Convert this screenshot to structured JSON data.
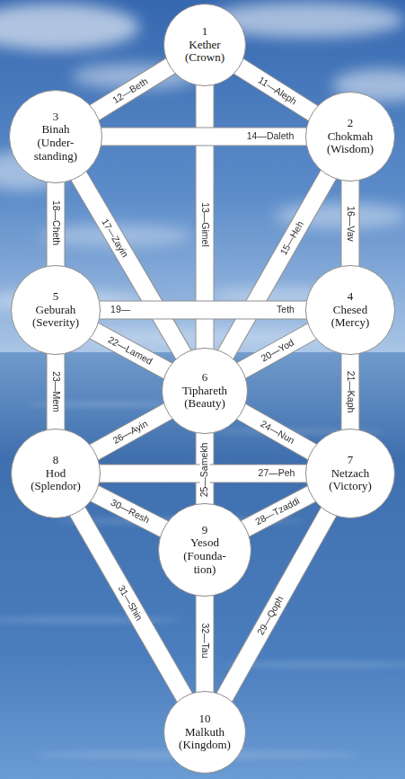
{
  "diagram": {
    "nodes": [
      {
        "text": [
          "1",
          "Kether",
          "(Crown)"
        ]
      },
      {
        "text": [
          "3",
          "Binah",
          "(Under- standing)"
        ]
      },
      {
        "text": [
          "2",
          "Chokmah",
          "(Wisdom)"
        ]
      },
      {
        "text": [
          "5",
          "Geburah",
          "(Severity)"
        ]
      },
      {
        "text": [
          "4",
          "Chesed",
          "(Mercy)"
        ]
      },
      {
        "text": [
          "6",
          "Tiphareth",
          "(Beauty)"
        ]
      },
      {
        "text": [
          "8",
          "Hod",
          "(Splendor)"
        ]
      },
      {
        "text": [
          "7",
          "Netzach",
          "(Victory)"
        ]
      },
      {
        "text": [
          "9",
          "Yesod",
          "(Founda- tion)"
        ]
      },
      {
        "text": [
          "10",
          "Malkuth",
          "(Kingdom)"
        ]
      }
    ],
    "edges": [
      {
        "from": 0,
        "to": 2,
        "arrow": "none",
        "label": "11—Aleph"
      },
      {
        "from": 0,
        "to": 1,
        "arrow": "none",
        "label": "12—Beth"
      },
      {
        "from": 0,
        "to": 5,
        "arrow": "none",
        "label": "13—Gimel"
      },
      {
        "from": 1,
        "to": 2,
        "arrow": "none",
        "label": "14—Daleth"
      },
      {
        "from": 2,
        "to": 5,
        "arrow": "none",
        "label": "15—Heh"
      },
      {
        "from": 2,
        "to": 4,
        "arrow": "none",
        "label": "16—Vav"
      },
      {
        "from": 1,
        "to": 5,
        "arrow": "none",
        "label": "17—Zayin"
      },
      {
        "from": 1,
        "to": 3,
        "arrow": "none",
        "label": "18—Cheth"
      },
      {
        "from": 3,
        "to": 4,
        "arrow": "none",
        "label": "19—"
      },
      {
        "from": 4,
        "to": 5,
        "arrow": "none",
        "label": "20—Yod"
      },
      {
        "from": 4,
        "to": 7,
        "arrow": "none",
        "label": "21—Kaph"
      },
      {
        "from": 3,
        "to": 5,
        "arrow": "none",
        "label": "22—Lamed"
      },
      {
        "from": 3,
        "to": 6,
        "arrow": "none",
        "label": "23—Mem"
      },
      {
        "from": 5,
        "to": 7,
        "arrow": "none",
        "label": "24—Nun"
      },
      {
        "from": 5,
        "to": 8,
        "arrow": "none",
        "label": "25—Samekh"
      },
      {
        "from": 6,
        "to": 5,
        "arrow": "none",
        "label": "26—Ayin"
      },
      {
        "from": 6,
        "to": 7,
        "arrow": "none",
        "label": "27—Peh"
      },
      {
        "from": 7,
        "to": 8,
        "arrow": "none",
        "label": "28—Tzaddi"
      },
      {
        "from": 7,
        "to": 9,
        "arrow": "none",
        "label": "29—Qoph"
      },
      {
        "from": 6,
        "to": 8,
        "arrow": "none",
        "label": "30—Resh"
      },
      {
        "from": 6,
        "to": 9,
        "arrow": "none",
        "label": "31—Shin"
      },
      {
        "from": 8,
        "to": 9,
        "arrow": "none",
        "label": "32—Tau"
      }
    ],
    "labels": [
      "Teth"
    ]
  }
}
